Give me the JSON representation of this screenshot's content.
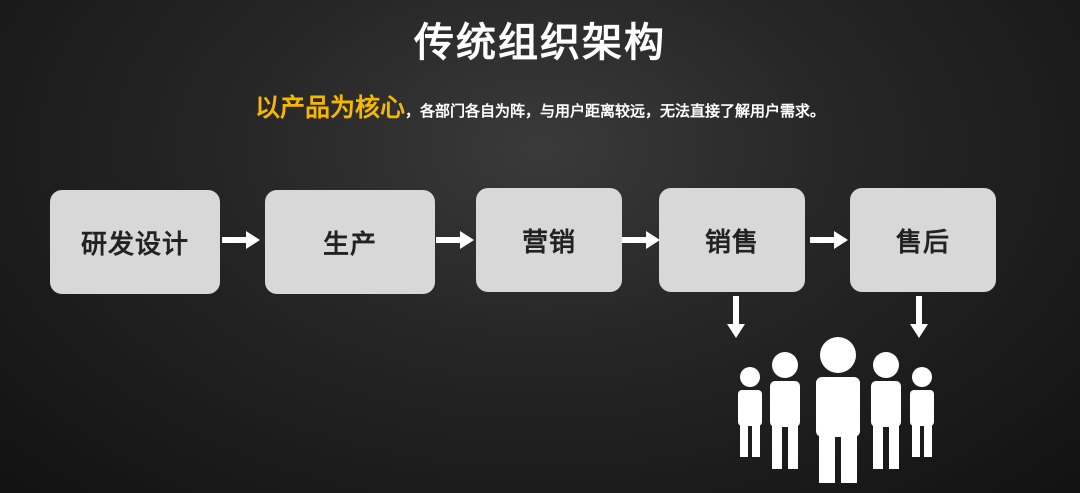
{
  "title": "传统组织架构",
  "subtitle": {
    "highlight": "以产品为核心",
    "rest": "，各部门各自为阵，与用户距离较远，无法直接了解用户需求。"
  },
  "flow": {
    "steps": [
      {
        "label": "研发设计"
      },
      {
        "label": "生产"
      },
      {
        "label": "营销"
      },
      {
        "label": "销售"
      },
      {
        "label": "售后"
      }
    ]
  },
  "colors": {
    "accent": "#f5b700",
    "box_fill": "#d8d8d8",
    "arrow": "#ffffff",
    "text_dark": "#222222"
  },
  "icons": {
    "users": "users-group-icon"
  }
}
